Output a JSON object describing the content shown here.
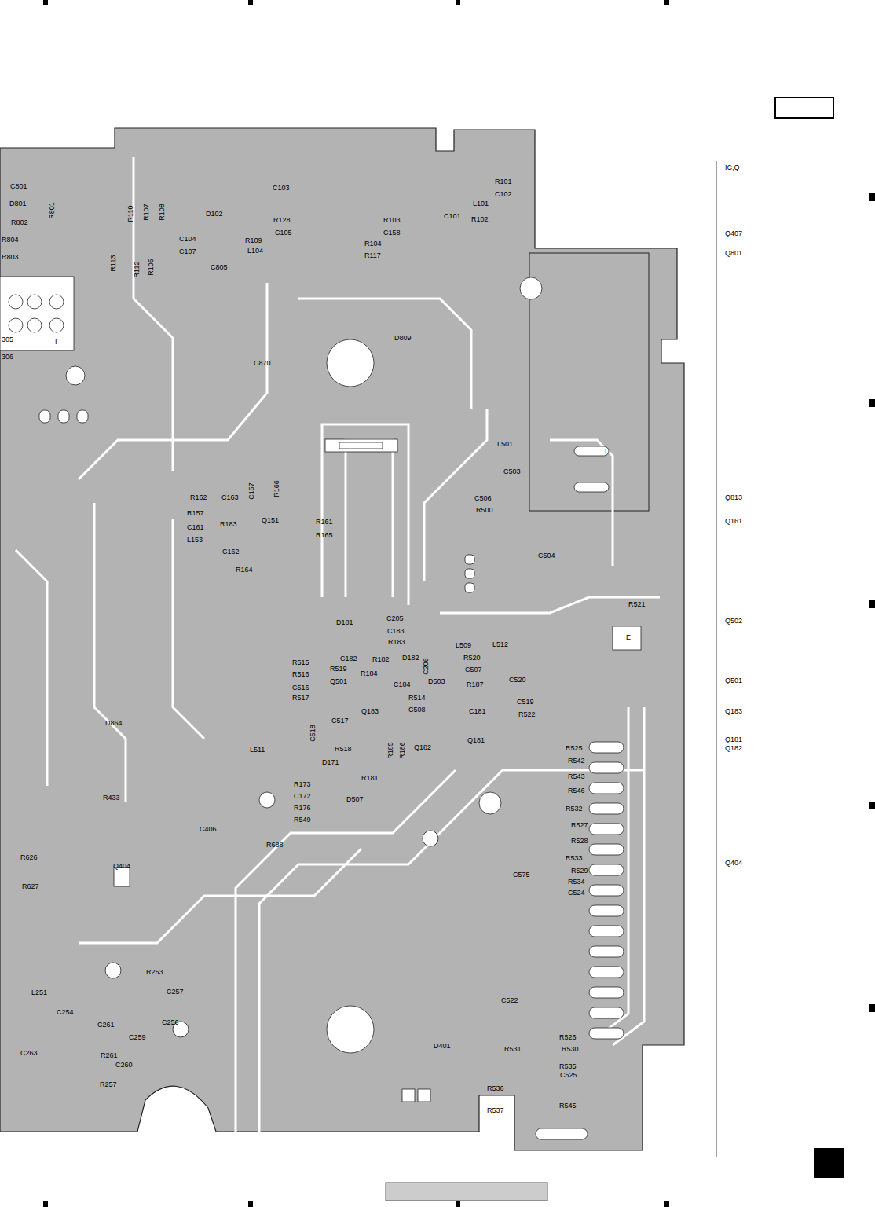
{
  "diagram": {
    "labels": [
      "IC,Q",
      "Q407",
      "Q801",
      "Q813",
      "Q161",
      "Q502",
      "Q501",
      "Q183",
      "Q181",
      "Q182",
      "Q404",
      "C801",
      "D801",
      "R801",
      "R802",
      "R804",
      "R803",
      "305",
      "306",
      "R110",
      "R107",
      "R108",
      "R113",
      "R112",
      "R105",
      "D102",
      "C104",
      "R109",
      "C107",
      "L104",
      "C103",
      "R128",
      "C105",
      "C805",
      "R103",
      "C158",
      "R104",
      "R117",
      "C101",
      "R101",
      "C102",
      "L101",
      "R102",
      "D809",
      "C870",
      "L501",
      "C503",
      "C506",
      "R500",
      "C504",
      "R521",
      "E",
      "R162",
      "C163",
      "C157",
      "R166",
      "R157",
      "R183",
      "C161",
      "L153",
      "C162",
      "R164",
      "Q151",
      "R161",
      "R165",
      "D181",
      "C205",
      "C183",
      "R183",
      "R515",
      "R516",
      "R519",
      "C182",
      "R182",
      "D182",
      "C206",
      "L509",
      "R520",
      "L512",
      "C507",
      "Q501",
      "R184",
      "C516",
      "C184",
      "D503",
      "R514",
      "R187",
      "C520",
      "R517",
      "C508",
      "C519",
      "Q183",
      "C181",
      "R522",
      "Q181",
      "C517",
      "C518",
      "R518",
      "L511",
      "D171",
      "R185",
      "R186",
      "Q182",
      "R181",
      "R173",
      "D507",
      "C172",
      "R176",
      "R549",
      "D864",
      "R433",
      "C406",
      "R688",
      "R626",
      "R627",
      "Q404",
      "R525",
      "R542",
      "R543",
      "R546",
      "R532",
      "R527",
      "R528",
      "R533",
      "R529",
      "C575",
      "R534",
      "C524",
      "R253",
      "C257",
      "L251",
      "C254",
      "C261",
      "C259",
      "C256",
      "R261",
      "C263",
      "C260",
      "R257",
      "C522",
      "D401",
      "R531",
      "R526",
      "R530",
      "R535",
      "C525",
      "R536",
      "R545",
      "R537",
      "I",
      "I"
    ]
  }
}
